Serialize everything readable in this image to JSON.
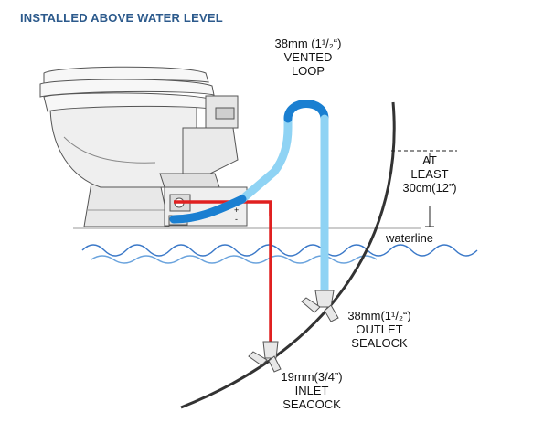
{
  "title": "INSTALLED ABOVE WATER LEVEL",
  "labels": {
    "vented_loop": [
      "38mm (1¹/₂“)",
      "VENTED",
      "LOOP"
    ],
    "height": [
      "AT",
      "LEAST",
      "30cm(12”)"
    ],
    "waterline": "waterline",
    "outlet": [
      "38mm(1¹/₂“)",
      "OUTLET",
      "SEALOCK"
    ],
    "inlet": [
      "19mm(3/4”)",
      "INLET",
      "SEACOCK"
    ],
    "pump_plus": "+",
    "pump_minus": "-"
  },
  "colors": {
    "title": "#2c5a8c",
    "outlet_hose": "#8fd3f4",
    "outlet_hose_dark": "#1a7fd1",
    "inlet_hose": "#e02020",
    "water": "#3a78c8",
    "hull": "#333333",
    "toilet_outline": "#555555"
  }
}
